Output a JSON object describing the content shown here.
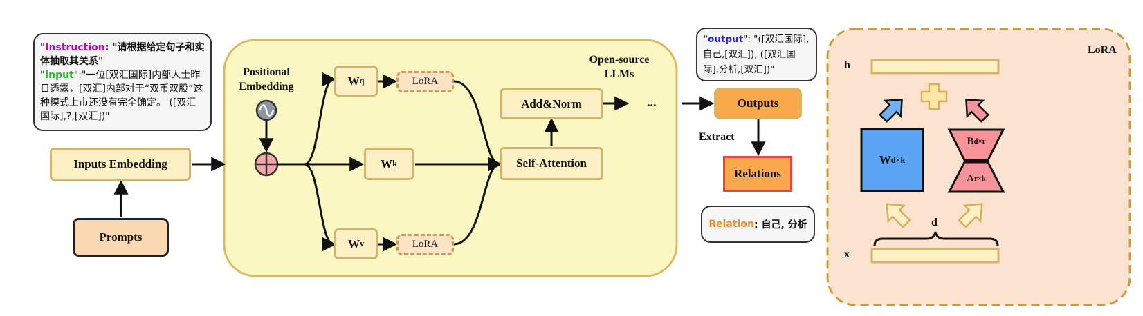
{
  "instruction_note": {
    "key_instruction": "Instruction",
    "text_instruction": ": \"请根据给定句子和实体抽取其关系\"",
    "key_input": "input",
    "text_input": "\":\"一位[双汇国际]内部人士昨日透露，[双汇]内部对于“双币双股”这种模式上市还没有完全确定。 ([双汇国际],?,[双汇])\""
  },
  "inputs_embedding": "Inputs Embedding",
  "prompts": "Prompts",
  "positional_embedding": "Positional Embedding",
  "open_source_llms": "Open-source LLMs",
  "wq": {
    "base": "W",
    "sub": "q"
  },
  "wk": {
    "base": "W",
    "sub": "k"
  },
  "wv": {
    "base": "W",
    "sub": "v"
  },
  "lora_top": "LoRA",
  "lora_bottom": "LoRA",
  "add_norm": "Add&Norm",
  "self_attention": "Self-Attention",
  "ellipsis": "...",
  "output_note": {
    "key": "output",
    "text": "\": \"([双汇国际],自己,[双汇]), ([双汇国际],分析,[双汇])\""
  },
  "outputs": "Outputs",
  "extract": "Extract",
  "relations": "Relations",
  "relation_note": {
    "key": "Relation",
    "text": ": 自己, 分析"
  },
  "lora_panel": {
    "title": "LoRA",
    "h": "h",
    "x": "x",
    "d": "d",
    "plus": "+",
    "w": {
      "base": "W",
      "sub": "d×k"
    },
    "b": {
      "base": "B",
      "sub": "d×r"
    },
    "a": {
      "base": "A",
      "sub": "r×k"
    }
  },
  "colors": {
    "instruction_key": "#c000c0",
    "input_key": "#20c020",
    "output_key": "#2222ee",
    "relation_key": "#f08c1e",
    "llm_bg": "#fbf7c3",
    "lora_panel_bg": "#fbe3cf",
    "w_matrix": "#5aa5f3",
    "ba_matrix": "#f79399",
    "outputs": "#f9a94b",
    "relations": "#f9a94b"
  }
}
